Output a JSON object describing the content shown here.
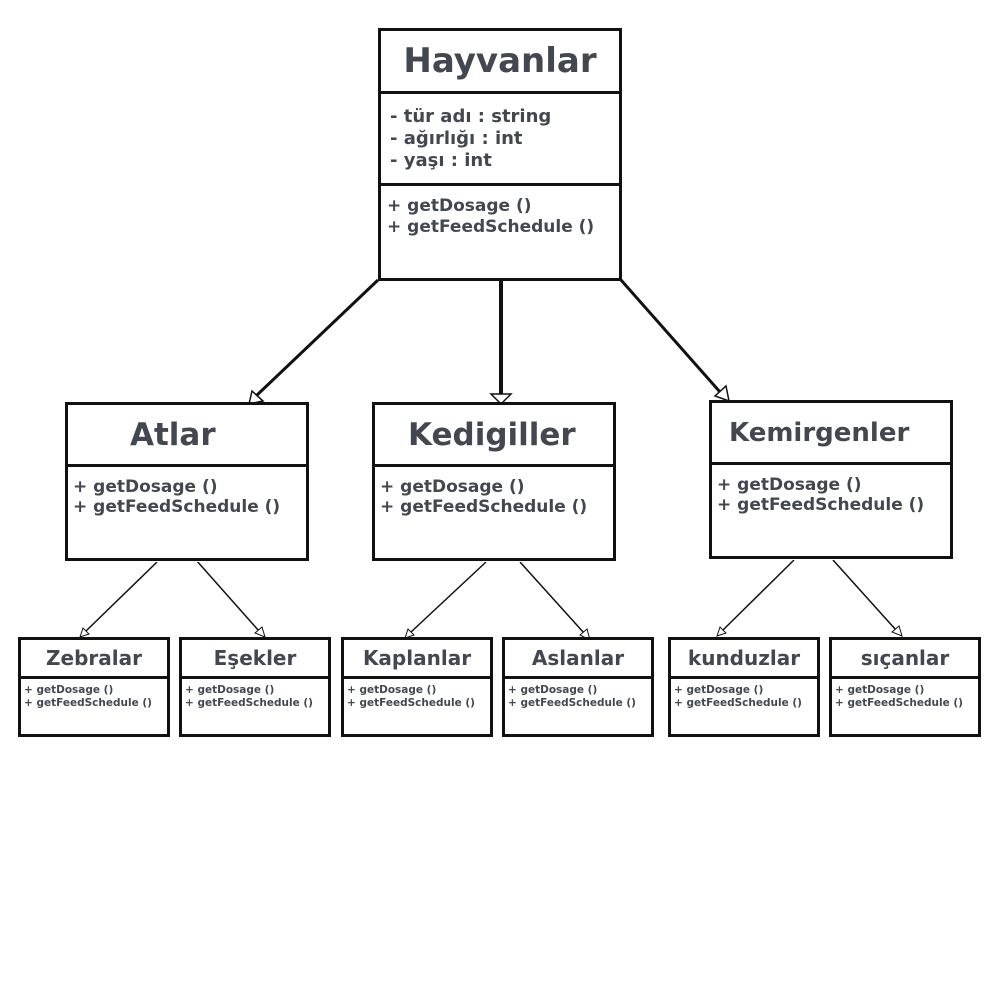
{
  "diagram": {
    "root": {
      "name": "Hayvanlar",
      "attributes": [
        "- tür adı : string",
        "- ağırlığı : int",
        "- yaşı : int"
      ],
      "operations": [
        "+ getDosage ()",
        "+ getFeedSchedule ()"
      ]
    },
    "children": [
      {
        "name": "Atlar",
        "operations": [
          "+ getDosage ()",
          "+ getFeedSchedule ()"
        ],
        "children": [
          {
            "name": "Zebralar",
            "operations": [
              "+ getDosage ()",
              "+ getFeedSchedule ()"
            ]
          },
          {
            "name": "Eşekler",
            "operations": [
              "+ getDosage ()",
              "+ getFeedSchedule ()"
            ]
          }
        ]
      },
      {
        "name": "Kedigiller",
        "operations": [
          "+ getDosage ()",
          "+ getFeedSchedule ()"
        ],
        "children": [
          {
            "name": "Kaplanlar",
            "operations": [
              "+ getDosage ()",
              "+ getFeedSchedule ()"
            ]
          },
          {
            "name": "Aslanlar",
            "operations": [
              "+ getDosage ()",
              "+ getFeedSchedule ()"
            ]
          }
        ]
      },
      {
        "name": "Kemirgenler",
        "operations": [
          "+ getDosage ()",
          "+ getFeedSchedule ()"
        ],
        "children": [
          {
            "name": "kunduzlar",
            "operations": [
              "+ getDosage ()",
              "+ getFeedSchedule ()"
            ]
          },
          {
            "name": "sıçanlar",
            "operations": [
              "+ getDosage ()",
              "+ getFeedSchedule ()"
            ]
          }
        ]
      }
    ]
  }
}
